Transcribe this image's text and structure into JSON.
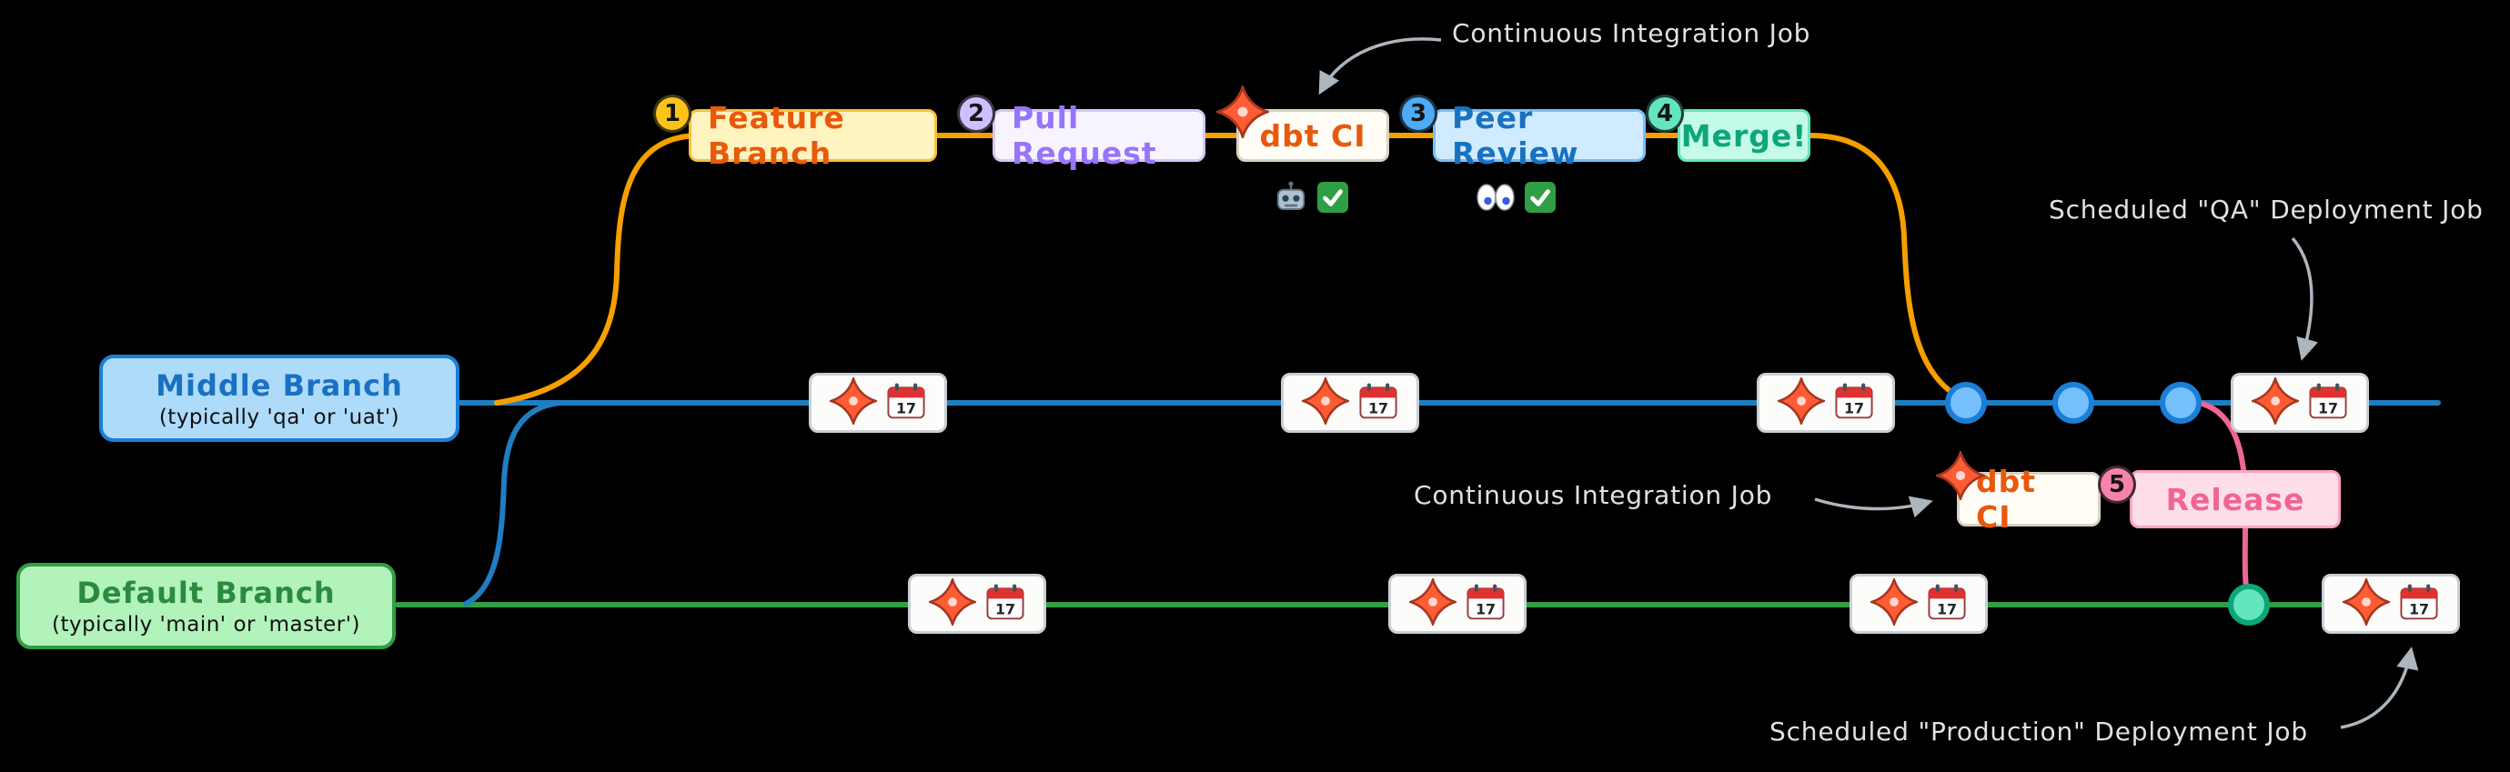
{
  "colors": {
    "background": "#000000",
    "feature_branch_line": "#f59f00",
    "middle_branch_line": "#1f7ec2",
    "default_branch_line": "#2f9e44",
    "release_line": "#f06595",
    "annotation_text": "#dee2e6",
    "dbt_orange": "#ff5c35"
  },
  "annotations": {
    "ci_top": "Continuous Integration Job",
    "qa_deploy": "Scheduled \"QA\" Deployment Job",
    "ci_release": "Continuous Integration Job",
    "prod_deploy": "Scheduled \"Production\" Deployment Job"
  },
  "steps": [
    {
      "number": "1",
      "label": "Feature Branch"
    },
    {
      "number": "2",
      "label": "Pull Request"
    },
    {
      "number": "3",
      "label": "Peer Review"
    },
    {
      "number": "4",
      "label": "Merge!"
    },
    {
      "number": "5",
      "label": "Release"
    }
  ],
  "ci_jobs": {
    "top_label": "dbt CI",
    "release_label": "dbt CI"
  },
  "branches": {
    "middle": {
      "title": "Middle Branch",
      "subtitle": "(typically 'qa' or 'uat')"
    },
    "default": {
      "title": "Default Branch",
      "subtitle": "(typically 'main' or 'master')"
    }
  },
  "icons": {
    "calendar_day": "17",
    "dbt": "dbt-icon",
    "calendar": "calendar-icon",
    "robot": "robot-icon",
    "eyes": "eyes-icon",
    "check": "check-icon"
  }
}
